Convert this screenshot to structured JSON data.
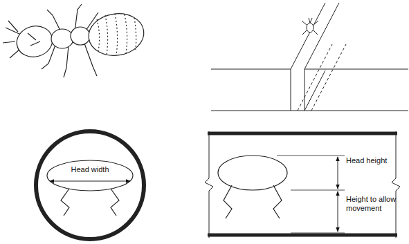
{
  "diagram": {
    "nodes": [
      {
        "text": [
          "Head width"
        ]
      }
    ],
    "labels": [
      "Head height",
      "Height to allow movement"
    ]
  }
}
